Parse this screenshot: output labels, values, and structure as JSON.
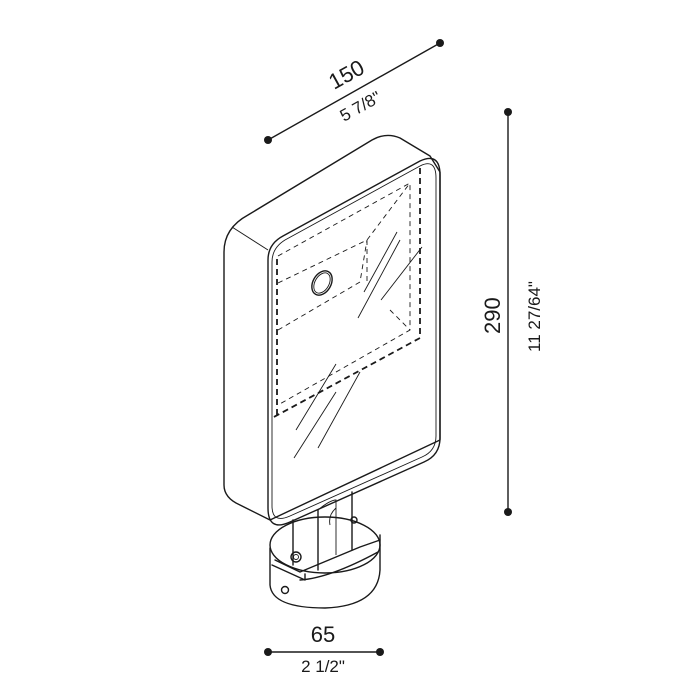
{
  "dimensions": {
    "width": {
      "mm": "150",
      "inch": "5 7/8\""
    },
    "height": {
      "mm": "290",
      "inch": "11 27/64\""
    },
    "base": {
      "mm": "65",
      "inch": "2 1/2\""
    }
  }
}
